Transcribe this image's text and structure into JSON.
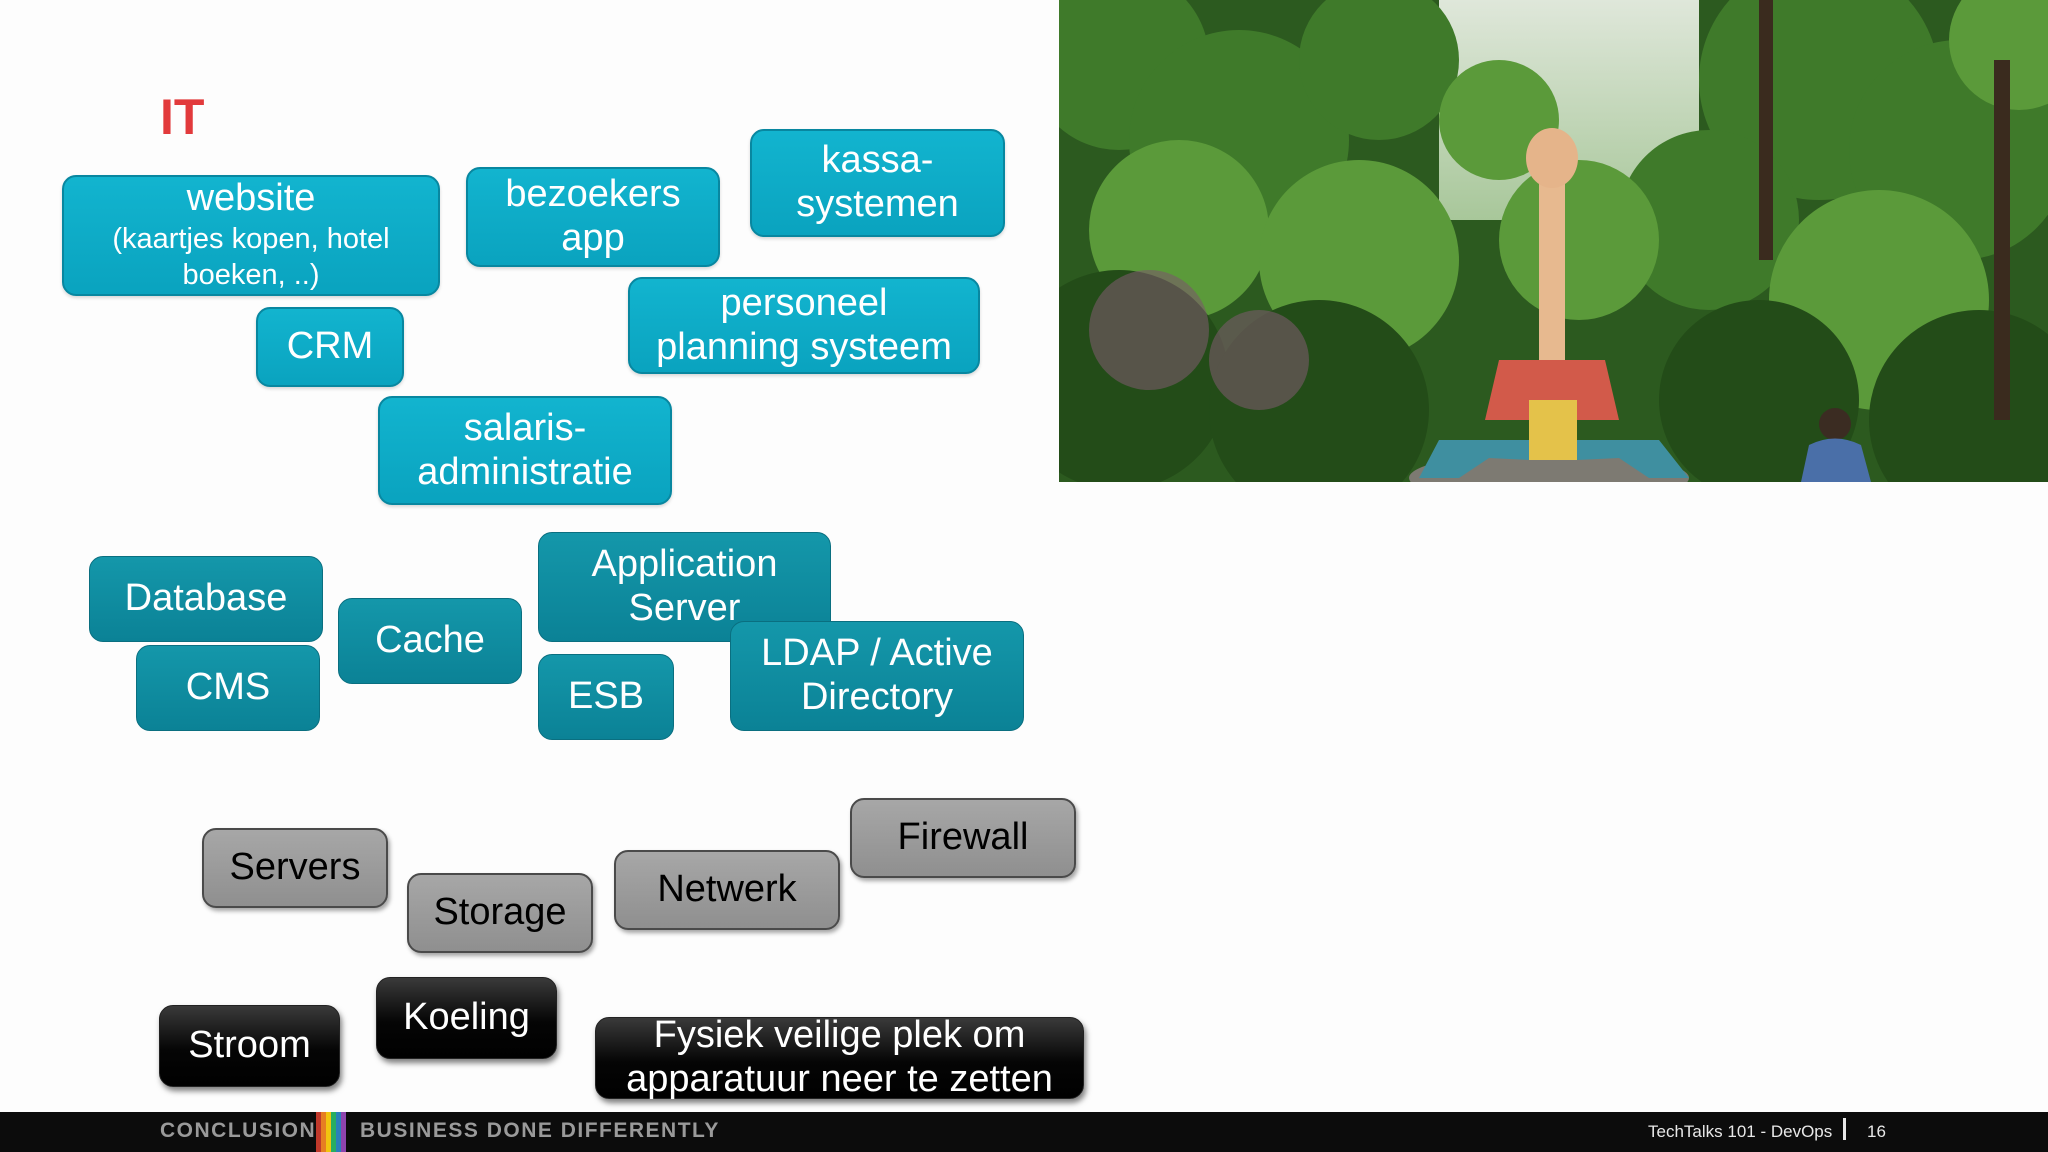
{
  "slide": {
    "title": "IT",
    "applications": {
      "website_line1": "website",
      "website_line2": "(kaartjes kopen, hotel",
      "website_line3": "boeken, ..)",
      "crm": "CRM",
      "visitors_app_line1": "bezoekers",
      "visitors_app_line2": "app",
      "pos_line1": "kassa-",
      "pos_line2": "systemen",
      "staff_planning_line1": "personeel",
      "staff_planning_line2": "planning systeem",
      "payroll_line1": "salaris-",
      "payroll_line2": "administratie"
    },
    "middleware": {
      "database": "Database",
      "cms": "CMS",
      "cache": "Cache",
      "app_server_line1": "Application",
      "app_server_line2": "Server",
      "esb": "ESB",
      "ldap_line1": "LDAP / Active",
      "ldap_line2": "Directory"
    },
    "infrastructure": {
      "servers": "Servers",
      "storage": "Storage",
      "network": "Netwerk",
      "firewall": "Firewall"
    },
    "physical": {
      "power": "Stroom",
      "cooling": "Koeling",
      "location_line1": "Fysiek veilige plek om",
      "location_line2": "apparatuur neer te zetten"
    }
  },
  "footer": {
    "brand_left": "CONCLUSION",
    "brand_right": "BUSINESS DONE DIFFERENTLY",
    "event": "TechTalks 101 - DevOps",
    "page_number": "16"
  },
  "colors": {
    "title": "#e23a3c",
    "application_box": "#0aa3bf",
    "middleware_box": "#0b8296",
    "infrastructure_box": "#9a9a9a",
    "physical_box": "#000000",
    "footer_bar": "#0c0c0c",
    "brand_stripes": [
      "#c0392b",
      "#e67e22",
      "#f1c40f",
      "#27ae60",
      "#2980b9",
      "#8e44ad"
    ]
  }
}
